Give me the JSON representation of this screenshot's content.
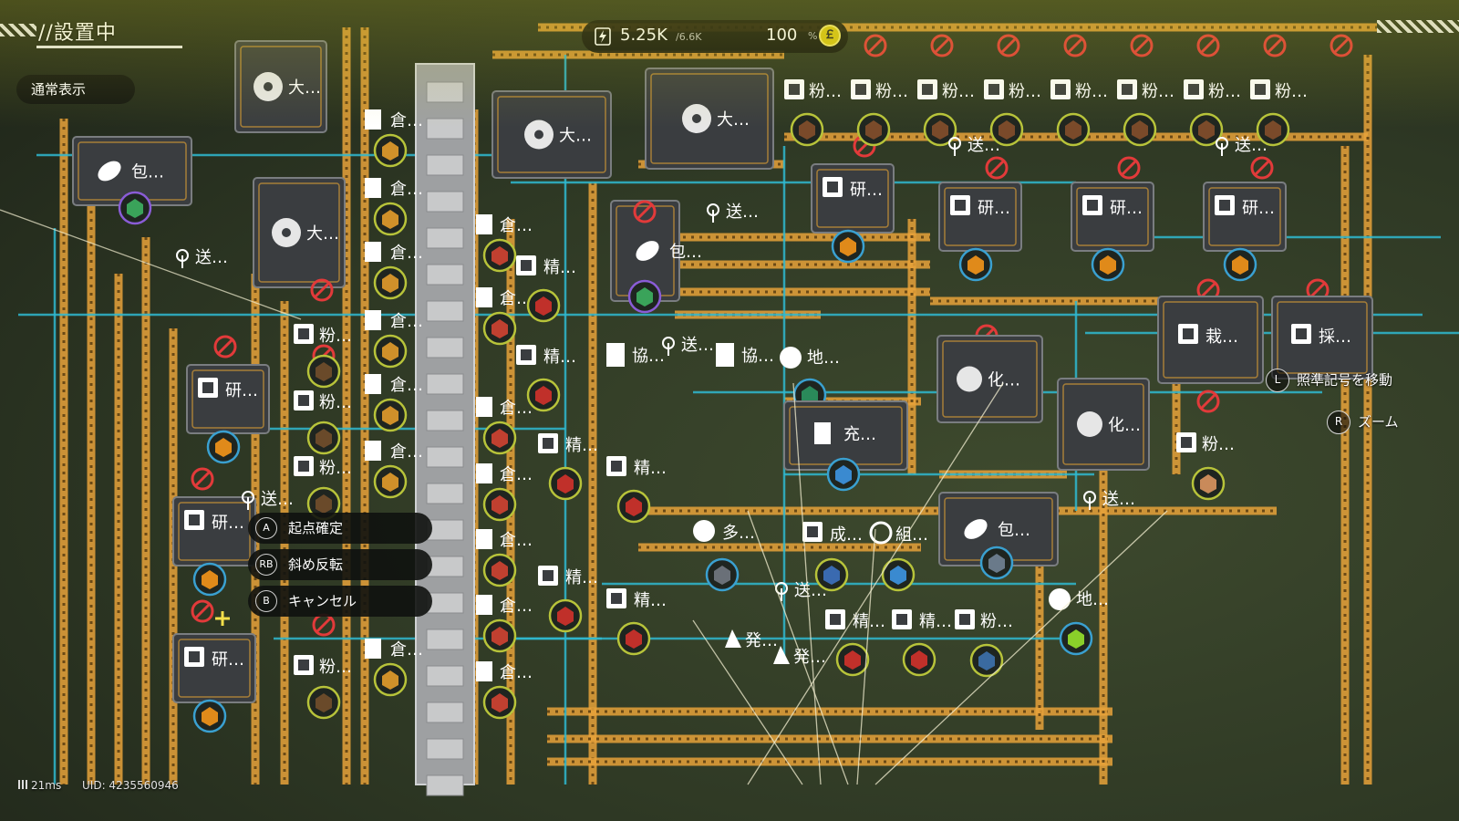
{
  "hud": {
    "mode_title": "//設置中",
    "view_mode_label": "通常表示"
  },
  "power": {
    "current": "5.25K",
    "capacity": "/6.6K",
    "percent": "100",
    "percent_unit": "%",
    "coin_glyph": "￡"
  },
  "actions": [
    {
      "key": "A",
      "label": "起点確定"
    },
    {
      "key": "RB",
      "label": "斜め反転"
    },
    {
      "key": "B",
      "label": "キャンセル"
    }
  ],
  "hints": [
    {
      "key": "L",
      "label": "照準記号を移動"
    },
    {
      "key": "R",
      "label": "ズーム"
    }
  ],
  "status": {
    "ping": "21ms",
    "uid": "UID: 4235560946"
  },
  "colors": {
    "conveyor": "#e8a23a",
    "pipe": "#2fb8d0",
    "machine": "#3a3d40",
    "warning": "#e23a3a",
    "ground": "#2e3824"
  },
  "machine_labels": {
    "large": "大…",
    "pack": "包…",
    "send": "送…",
    "store": "倉…",
    "refine": "精…",
    "powder": "粉…",
    "research": "研…",
    "coop": "協…",
    "earth": "地…",
    "chem": "化…",
    "charge": "充…",
    "multi": "多…",
    "form": "成…",
    "assemble": "組…",
    "generate": "発…",
    "plant": "栽…",
    "harvest": "採…"
  },
  "machines": [
    {
      "type": "large",
      "label_key": "large",
      "icon": "fan-icon"
    },
    {
      "type": "large",
      "label_key": "large",
      "icon": "fan-icon"
    },
    {
      "type": "large",
      "label_key": "large",
      "icon": "fan-icon"
    },
    {
      "type": "large",
      "label_key": "large",
      "icon": "fan-icon"
    },
    {
      "type": "pack",
      "label_key": "pack",
      "icon": "capsule-icon"
    },
    {
      "type": "pack",
      "label_key": "pack",
      "icon": "capsule-icon"
    },
    {
      "type": "pack",
      "label_key": "pack",
      "icon": "capsule-icon"
    },
    {
      "type": "research",
      "label_key": "research",
      "icon": "cube-icon"
    },
    {
      "type": "research",
      "label_key": "research",
      "icon": "cube-icon"
    },
    {
      "type": "research",
      "label_key": "research",
      "icon": "cube-icon"
    },
    {
      "type": "research",
      "label_key": "research",
      "icon": "cube-icon"
    },
    {
      "type": "research",
      "label_key": "research",
      "icon": "cube-icon"
    },
    {
      "type": "research",
      "label_key": "research",
      "icon": "cube-icon"
    },
    {
      "type": "research",
      "label_key": "research",
      "icon": "cube-icon"
    },
    {
      "type": "research",
      "label_key": "research",
      "icon": "cube-icon"
    },
    {
      "type": "chem",
      "label_key": "chem",
      "icon": "flask-icon"
    },
    {
      "type": "chem",
      "label_key": "chem",
      "icon": "flask-icon"
    },
    {
      "type": "charge",
      "label_key": "charge",
      "icon": "battery-icon"
    },
    {
      "type": "multi",
      "label_key": "multi",
      "icon": "radiation-icon"
    },
    {
      "type": "form",
      "label_key": "form",
      "icon": "mold-icon"
    },
    {
      "type": "assemble",
      "label_key": "assemble",
      "icon": "gear-icon"
    },
    {
      "type": "plant",
      "label_key": "plant",
      "icon": "plant-icon"
    },
    {
      "type": "harvest",
      "label_key": "harvest",
      "icon": "leaf-icon"
    }
  ],
  "small_units": [
    {
      "label_key": "powder"
    },
    {
      "label_key": "powder"
    },
    {
      "label_key": "powder"
    },
    {
      "label_key": "powder"
    },
    {
      "label_key": "powder"
    },
    {
      "label_key": "powder"
    },
    {
      "label_key": "powder"
    },
    {
      "label_key": "powder"
    },
    {
      "label_key": "powder"
    },
    {
      "label_key": "powder"
    },
    {
      "label_key": "powder"
    },
    {
      "label_key": "powder"
    },
    {
      "label_key": "powder"
    },
    {
      "label_key": "powder"
    },
    {
      "label_key": "store"
    },
    {
      "label_key": "store"
    },
    {
      "label_key": "store"
    },
    {
      "label_key": "store"
    },
    {
      "label_key": "store"
    },
    {
      "label_key": "store"
    },
    {
      "label_key": "store"
    },
    {
      "label_key": "store"
    },
    {
      "label_key": "store"
    },
    {
      "label_key": "store"
    },
    {
      "label_key": "store"
    },
    {
      "label_key": "store"
    },
    {
      "label_key": "store"
    },
    {
      "label_key": "store"
    },
    {
      "label_key": "store"
    },
    {
      "label_key": "store"
    },
    {
      "label_key": "refine"
    },
    {
      "label_key": "refine"
    },
    {
      "label_key": "refine"
    },
    {
      "label_key": "refine"
    },
    {
      "label_key": "refine"
    },
    {
      "label_key": "refine"
    },
    {
      "label_key": "refine"
    },
    {
      "label_key": "refine"
    },
    {
      "label_key": "refine"
    },
    {
      "label_key": "refine"
    },
    {
      "label_key": "refine"
    },
    {
      "label_key": "refine"
    },
    {
      "label_key": "send"
    },
    {
      "label_key": "send"
    },
    {
      "label_key": "send"
    },
    {
      "label_key": "send"
    },
    {
      "label_key": "send"
    },
    {
      "label_key": "send"
    },
    {
      "label_key": "send"
    },
    {
      "label_key": "send"
    },
    {
      "label_key": "send"
    },
    {
      "label_key": "coop"
    },
    {
      "label_key": "coop"
    },
    {
      "label_key": "earth"
    },
    {
      "label_key": "earth"
    },
    {
      "label_key": "generate"
    },
    {
      "label_key": "generate"
    }
  ]
}
